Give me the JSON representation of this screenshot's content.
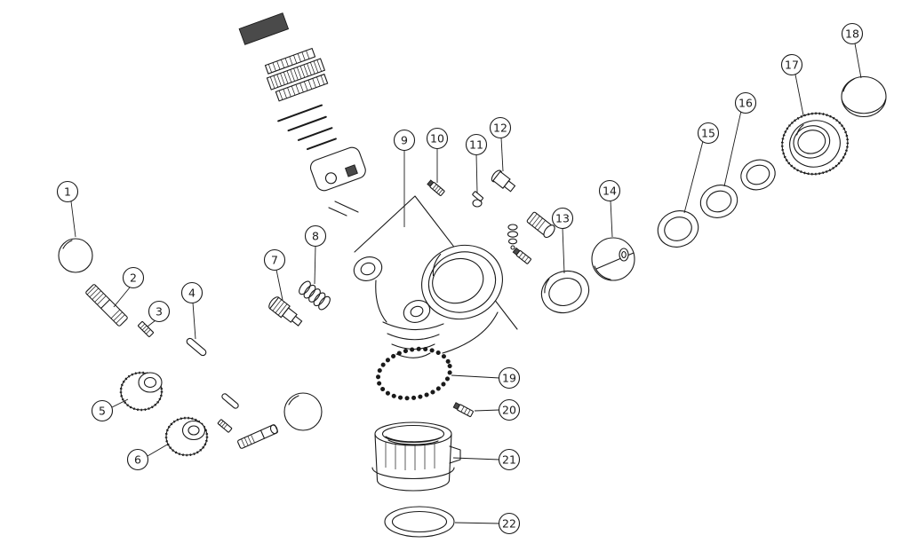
{
  "diagram": {
    "type": "exploded-view-parts-diagram",
    "part_count": 22,
    "background_color": "#ffffff",
    "line_color": "#1a1a1a",
    "callouts": [
      {
        "number": "1"
      },
      {
        "number": "2"
      },
      {
        "number": "3"
      },
      {
        "number": "4"
      },
      {
        "number": "5"
      },
      {
        "number": "6"
      },
      {
        "number": "7"
      },
      {
        "number": "8"
      },
      {
        "number": "9"
      },
      {
        "number": "10"
      },
      {
        "number": "11"
      },
      {
        "number": "12"
      },
      {
        "number": "13"
      },
      {
        "number": "14"
      },
      {
        "number": "15"
      },
      {
        "number": "16"
      },
      {
        "number": "17"
      },
      {
        "number": "18"
      },
      {
        "number": "19"
      },
      {
        "number": "20"
      },
      {
        "number": "21"
      },
      {
        "number": "22"
      }
    ]
  }
}
